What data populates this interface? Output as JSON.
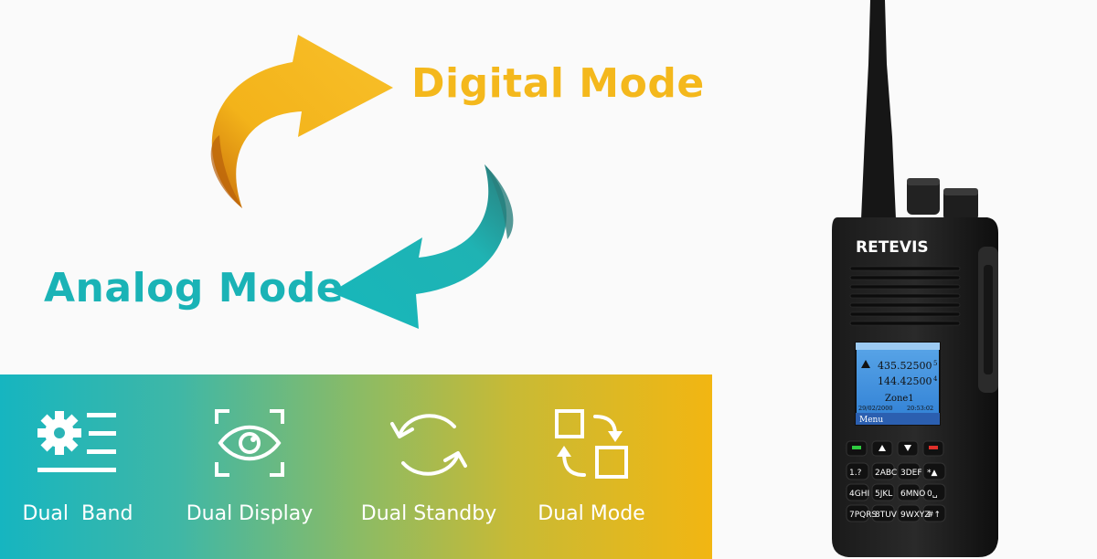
{
  "modes": {
    "digital": "Digital Mode",
    "analog": "Analog Mode"
  },
  "features": [
    {
      "label": "Dual  Band",
      "icon": "gear-list-icon"
    },
    {
      "label": "Dual Display",
      "icon": "eye-frame-icon"
    },
    {
      "label": "Dual Standby",
      "icon": "cycle-arrows-icon"
    },
    {
      "label": "Dual Mode",
      "icon": "switch-squares-icon"
    }
  ],
  "radio": {
    "brand": "RETEVIS",
    "screen": {
      "freq1": "435.52500",
      "ch1": "5",
      "freq2": "144.42500",
      "ch2": "4",
      "zone": "Zone1",
      "date": "29/02/2000",
      "time": "20:53:02",
      "menu": "Menu"
    },
    "keys": [
      "1.?",
      "2ABC",
      "3DEF",
      "*▲",
      "4GHI",
      "5JKL",
      "6MNO",
      "0␣",
      "7PQRS",
      "8TUV",
      "9WXYZ",
      "#↑"
    ]
  },
  "colors": {
    "digital": "#f4b81c",
    "analog": "#1ab3b6"
  }
}
